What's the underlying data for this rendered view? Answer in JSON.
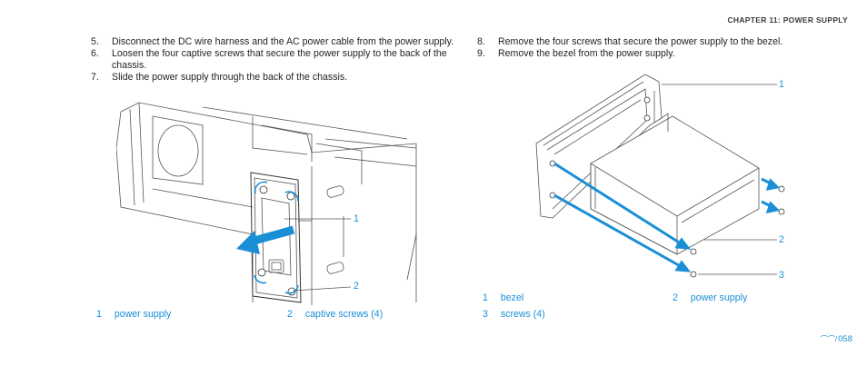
{
  "header": {
    "chapter": "CHAPTER 11: POWER SUPPLY"
  },
  "left_steps": [
    {
      "num": "5.",
      "text": "Disconnect the DC wire harness and the AC power cable from the power supply."
    },
    {
      "num": "6.",
      "text": "Loosen the four captive screws that secure the power supply to the back of the chassis."
    },
    {
      "num": "7.",
      "text": "Slide the power supply through the back of the chassis."
    }
  ],
  "right_steps": [
    {
      "num": "8.",
      "text": "Remove the four screws that secure the power supply to the bezel."
    },
    {
      "num": "9.",
      "text": "Remove the bezel from the power supply."
    }
  ],
  "left_figure": {
    "callouts": [
      "1",
      "2"
    ],
    "legend": [
      {
        "num": "1",
        "label": "power supply"
      },
      {
        "num": "2",
        "label": "captive screws (4)"
      }
    ]
  },
  "right_figure": {
    "callouts": [
      "1",
      "2",
      "3"
    ],
    "legend": [
      {
        "num": "1",
        "label": "bezel"
      },
      {
        "num": "2",
        "label": "power supply"
      },
      {
        "num": "3",
        "label": "screws (4)"
      }
    ]
  },
  "footer": {
    "page_number": "058",
    "glyph_icon": "alienware-logo-icon"
  },
  "colors": {
    "accent": "#1a8fd6",
    "text": "#231f20",
    "line": "#555555"
  }
}
